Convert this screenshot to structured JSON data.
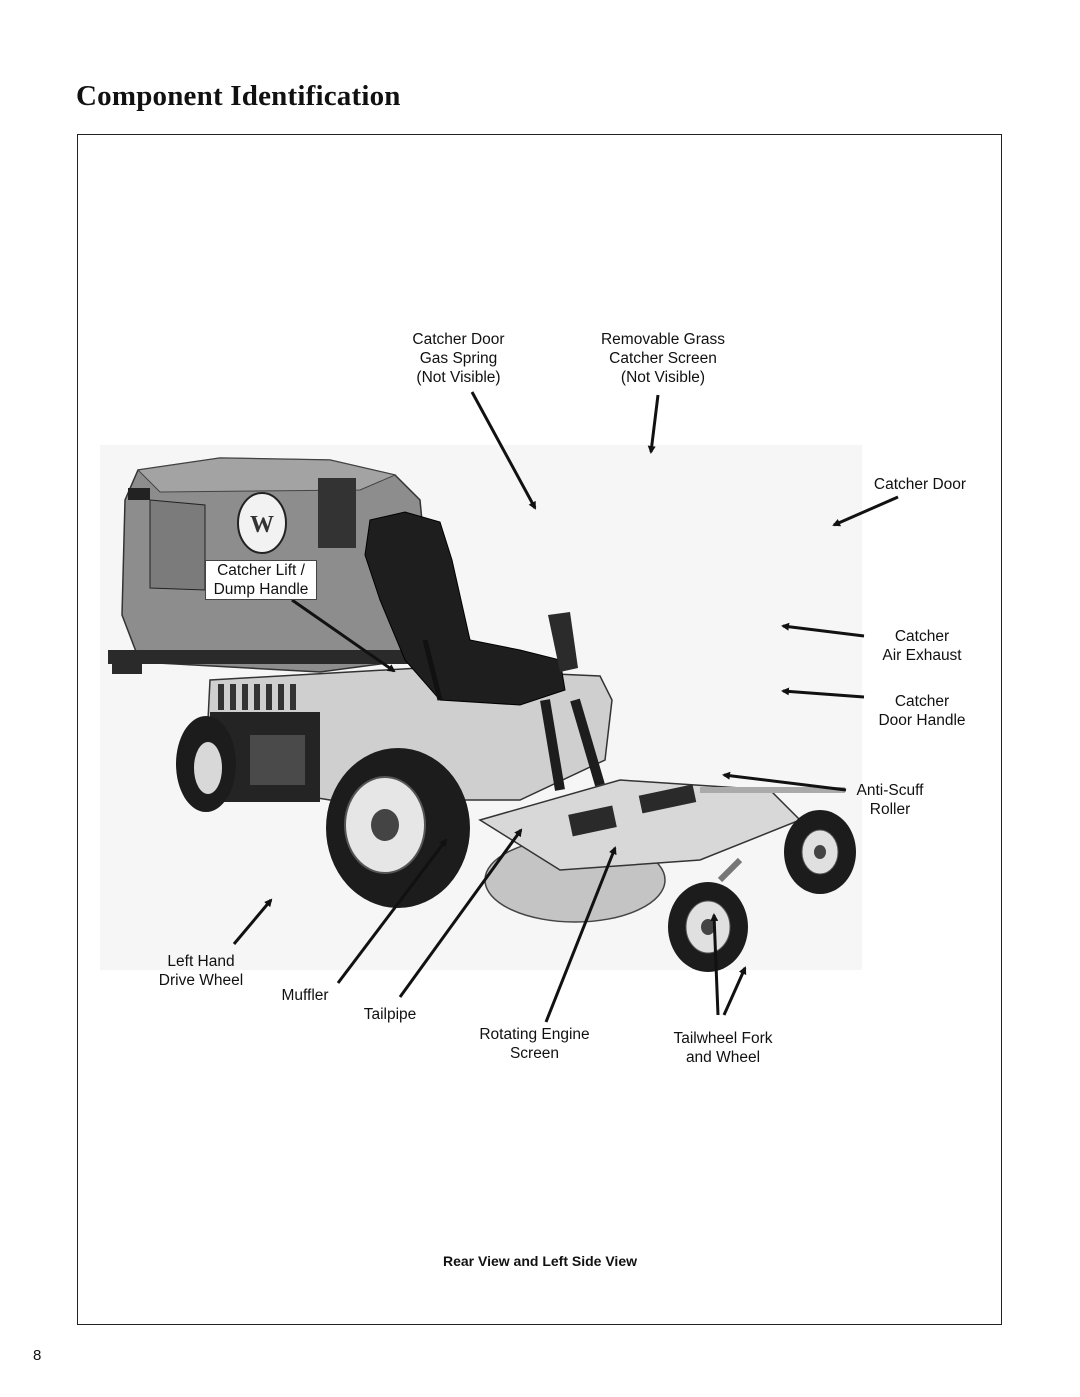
{
  "page": {
    "title": "Component Identification",
    "caption": "Rear View and Left Side View",
    "page_number": "8"
  },
  "labels": {
    "catcher_door_gas_spring": [
      "Catcher Door",
      "Gas Spring",
      "(Not Visible)"
    ],
    "removable_grass_catcher_screen": [
      "Removable Grass",
      "Catcher Screen",
      "(Not Visible)"
    ],
    "catcher_door": [
      "Catcher Door"
    ],
    "catcher_lift_dump_handle": [
      "Catcher Lift /",
      "Dump Handle"
    ],
    "catcher_air_exhaust": [
      "Catcher",
      "Air Exhaust"
    ],
    "catcher_door_handle": [
      "Catcher",
      "Door Handle"
    ],
    "anti_scuff_roller": [
      "Anti-Scuff",
      "Roller"
    ],
    "left_hand_drive_wheel": [
      "Left Hand",
      "Drive Wheel"
    ],
    "muffler": [
      "Muffler"
    ],
    "tailpipe": [
      "Tailpipe"
    ],
    "rotating_engine_screen": [
      "Rotating Engine",
      "Screen"
    ],
    "tailwheel_fork_and_wheel": [
      "Tailwheel Fork",
      "and Wheel"
    ]
  },
  "colors": {
    "catcher_body": "#8d8d8d",
    "frame_body": "#cfcfcf",
    "tire": "#1c1c1c",
    "deck": "#c4c4c4"
  }
}
